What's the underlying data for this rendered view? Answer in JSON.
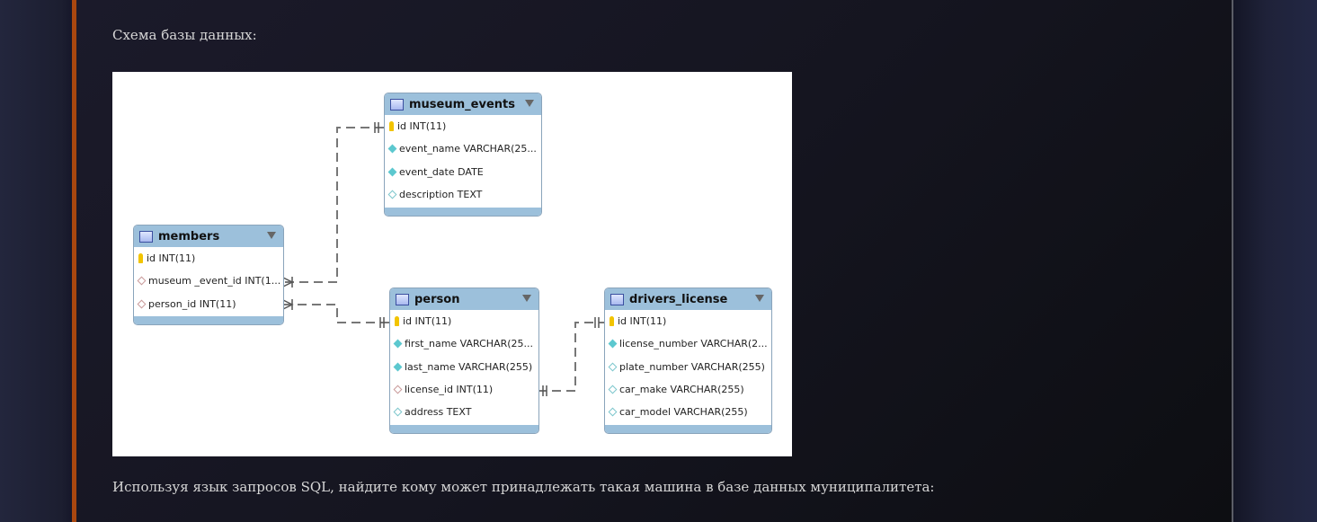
{
  "text": {
    "schema_label": "Схема базы данных:",
    "task": "Используя язык запросов SQL, найдите кому может принадлежать такая машина в базе данных муниципалитета:"
  },
  "diagram": {
    "tables": [
      {
        "name": "museum_events",
        "columns": [
          {
            "icon": "key",
            "text": "id INT(11)"
          },
          {
            "icon": "pk",
            "text": "event_name VARCHAR(25..."
          },
          {
            "icon": "pk",
            "text": "event_date DATE"
          },
          {
            "icon": "col",
            "text": "description TEXT"
          }
        ]
      },
      {
        "name": "members",
        "columns": [
          {
            "icon": "key",
            "text": "id INT(11)"
          },
          {
            "icon": "fk",
            "text": "museum _event_id INT(1..."
          },
          {
            "icon": "fk",
            "text": "person_id INT(11)"
          }
        ]
      },
      {
        "name": "person",
        "columns": [
          {
            "icon": "key",
            "text": "id INT(11)"
          },
          {
            "icon": "pk",
            "text": "first_name VARCHAR(25..."
          },
          {
            "icon": "pk",
            "text": "last_name VARCHAR(255)"
          },
          {
            "icon": "fk",
            "text": "license_id INT(11)"
          },
          {
            "icon": "col",
            "text": "address TEXT"
          }
        ]
      },
      {
        "name": "drivers_license",
        "columns": [
          {
            "icon": "key",
            "text": "id INT(11)"
          },
          {
            "icon": "pk",
            "text": "license_number VARCHAR(2..."
          },
          {
            "icon": "col",
            "text": "plate_number VARCHAR(255)"
          },
          {
            "icon": "col",
            "text": "car_make VARCHAR(255)"
          },
          {
            "icon": "col",
            "text": "car_model VARCHAR(255)"
          }
        ]
      }
    ]
  }
}
